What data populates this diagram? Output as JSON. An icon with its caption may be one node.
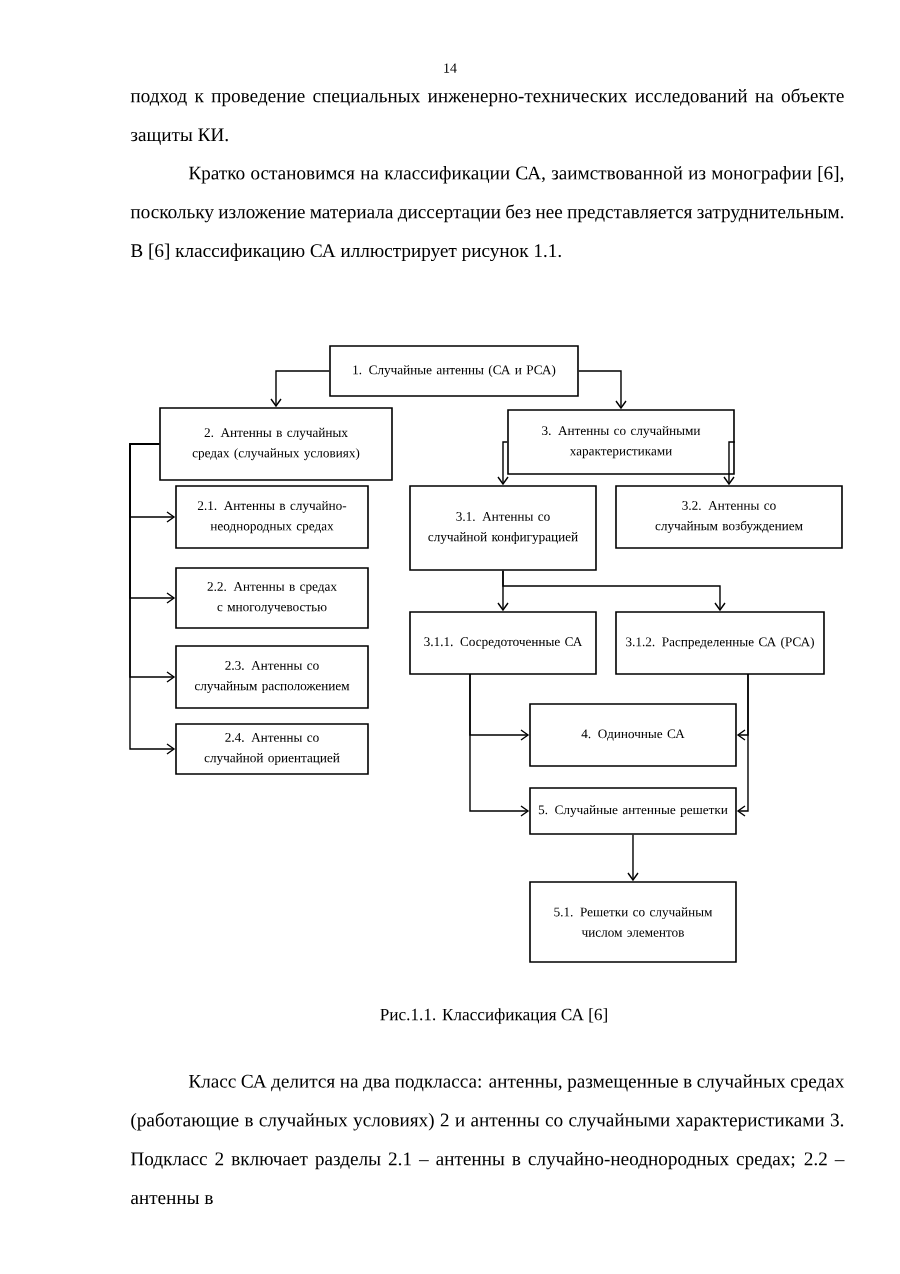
{
  "diagram": {
    "caption": "Рис.1.1. Классификация СА [6]",
    "nodes": [
      {
        "text": [
          "1. Случайные антенны (СА и РСА)"
        ]
      },
      {
        "text": [
          "2. Антенны в случайных средах (случайных условиях)"
        ]
      },
      {
        "text": [
          "2.1. Антенны в случайно-неоднородных средах"
        ]
      },
      {
        "text": [
          "2.2. Антенны в средах с многолучевостью"
        ]
      },
      {
        "text": [
          "2.3. Антенны со случайным расположением"
        ]
      },
      {
        "text": [
          "2.4. Антенны со случайной ориентацией"
        ]
      },
      {
        "text": [
          "3. Антенны со случайными характеристиками"
        ]
      },
      {
        "text": [
          "3.1. Антенны со случайной конфигурацией"
        ]
      },
      {
        "text": [
          "3.2. Антенны со случайным возбуждением"
        ]
      },
      {
        "text": [
          "3.1.1. Сосредоточенные СА"
        ]
      },
      {
        "text": [
          "3.1.2. Распределенные СА (РСА)"
        ]
      },
      {
        "text": [
          "4. Одиночные СА"
        ]
      },
      {
        "text": [
          "5. Случайные антенные решетки"
        ]
      },
      {
        "text": [
          "5.1. Решетки со случайным числом элементов"
        ]
      }
    ],
    "edges": [
      {
        "from": 0,
        "to": 1,
        "arrow": "to"
      },
      {
        "from": 0,
        "to": 6,
        "arrow": "to"
      },
      {
        "from": 1,
        "to": 2,
        "arrow": "to"
      },
      {
        "from": 1,
        "to": 3,
        "arrow": "to"
      },
      {
        "from": 1,
        "to": 4,
        "arrow": "to"
      },
      {
        "from": 1,
        "to": 5,
        "arrow": "to"
      },
      {
        "from": 6,
        "to": 7,
        "arrow": "to"
      },
      {
        "from": 6,
        "to": 8,
        "arrow": "to"
      },
      {
        "from": 7,
        "to": 9,
        "arrow": "to"
      },
      {
        "from": 7,
        "to": 10,
        "arrow": "to"
      },
      {
        "from": 9,
        "to": 11,
        "arrow": "to"
      },
      {
        "from": 9,
        "to": 12,
        "arrow": "to"
      },
      {
        "from": 10,
        "to": 11,
        "arrow": "to"
      },
      {
        "from": 10,
        "to": 12,
        "arrow": "to"
      },
      {
        "from": 12,
        "to": 13,
        "arrow": "to"
      }
    ],
    "labels": [
      "14",
      "подход к проведение специальных инженерно-технических исследований на объекте защиты КИ.",
      "Кратко остановимся на классификации СА, заимствованной из монографии [6], поскольку изложение материала диссертации без нее представляется затруднительным. В [6] классификацию СА иллюстрирует рисунок 1.1.",
      "Класс СА делится на два подкласса: антенны, размещенные в случайных средах (работающие в случайных условиях) 2 и антенны со случайными характеристиками 3. Подкласс 2 включает разделы 2.1 – антенны в случайно-неоднородных средах; 2.2 – антенны в"
    ]
  }
}
